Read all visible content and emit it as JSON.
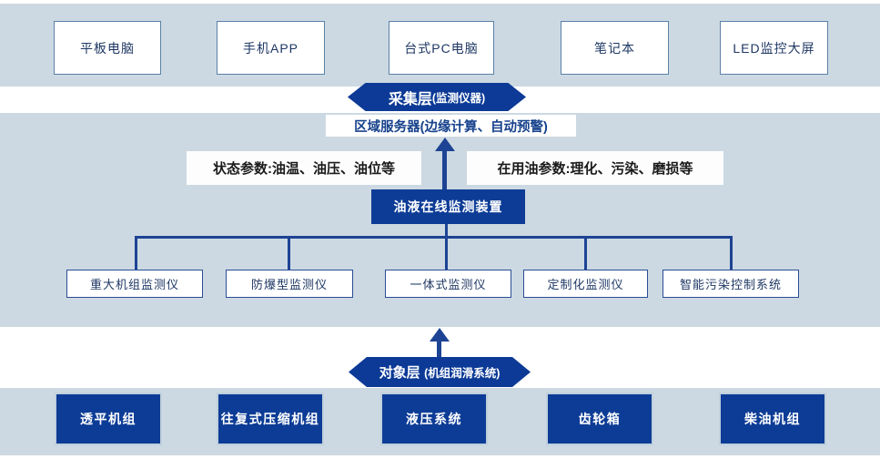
{
  "colors": {
    "band_blue": "#ccd9e2",
    "dark_blue": "#0d3c96",
    "line_blue": "#1d4394",
    "box_text_navy": "#1f3864",
    "server_text_blue": "#16418c"
  },
  "top_devices": [
    "平板电脑",
    "手机APP",
    "台式PC电脑",
    "笔记本",
    "LED监控大屏"
  ],
  "collection_layer": {
    "title": "采集层",
    "subtitle": "(监测仪器)"
  },
  "server_box": {
    "label": "区域服务器(边缘计算、自动预警)"
  },
  "param_labels": {
    "left": "状态参数:油温、油压、油位等",
    "right": "在用油参数:理化、污染、磨损等"
  },
  "central_device": {
    "label": "油液在线监测装置"
  },
  "monitors": [
    "重大机组监测仪",
    "防爆型监测仪",
    "一体式监测仪",
    "定制化监测仪",
    "智能污染控制系统"
  ],
  "object_layer": {
    "title": "对象层",
    "subtitle": "(机组润滑系统)"
  },
  "bottom_units": [
    "透平机组",
    "往复式压缩机组",
    "液压系统",
    "齿轮箱",
    "柴油机组"
  ]
}
